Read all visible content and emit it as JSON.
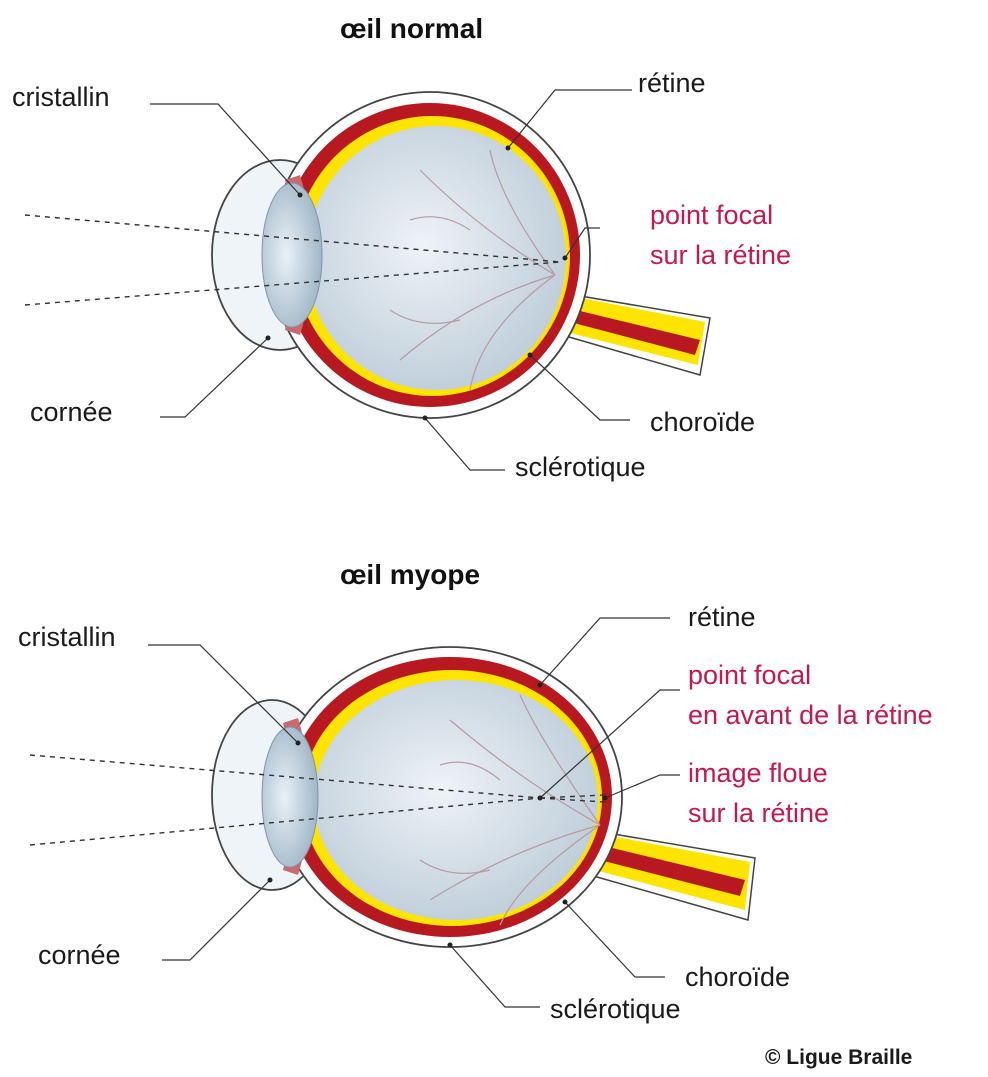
{
  "colors": {
    "sclera_line": "#444444",
    "choroid": "#b8181f",
    "retina": "#ffe400",
    "vitreous": "#d9e3ea",
    "cornea": "#e7f0f6",
    "lens": "#d9e4ec",
    "iris": "#c96a6e",
    "highlight_text": "#c8174f",
    "vessels": "#b89aa0"
  },
  "icons": [
    "eye-cross-section",
    "optic-nerve"
  ],
  "normal": {
    "title": "œil normal",
    "labels": {
      "cristallin": "cristallin",
      "retine": "rétine",
      "focal_line1": "point focal",
      "focal_line2": "sur la rétine",
      "cornee": "cornée",
      "choroide": "choroïde",
      "sclerotique": "sclérotique"
    }
  },
  "myope": {
    "title": "œil myope",
    "labels": {
      "cristallin": "cristallin",
      "retine": "rétine",
      "focal_line1": "point focal",
      "focal_line2": "en avant de la rétine",
      "floue_line1": "image floue",
      "floue_line2": "sur la rétine",
      "cornee": "cornée",
      "choroide": "choroïde",
      "sclerotique": "sclérotique"
    }
  },
  "copyright": "© Ligue Braille"
}
